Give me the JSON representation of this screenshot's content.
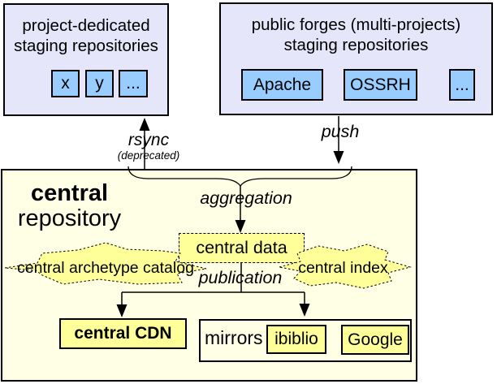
{
  "project_staging": {
    "title": [
      "project-dedicated",
      "staging repositories"
    ],
    "repos": [
      "x",
      "y",
      "..."
    ]
  },
  "public_forges": {
    "title": [
      "public forges (multi-projects)",
      "staging repositories"
    ],
    "repos": [
      "Apache",
      "OSSRH",
      "..."
    ]
  },
  "flows": {
    "rsync": "rsync",
    "rsync_note": "(deprecated)",
    "push": "push",
    "aggregation": "aggregation",
    "publication": "publication"
  },
  "central_repository": {
    "title": [
      "central",
      "repository"
    ],
    "central_data": "central data",
    "archetype_catalog": "central archetype catalog",
    "central_index": "central index",
    "cdn": "central CDN",
    "mirrors": {
      "label": "mirrors",
      "items": [
        "ibiblio",
        "Google"
      ]
    }
  },
  "colors": {
    "staging_box_bg": "#e6e6fa",
    "repo_chip_bg": "#99ccff",
    "central_box_bg": "#ffffe6",
    "highlight_bg": "#ffff99",
    "border": "#000000"
  }
}
